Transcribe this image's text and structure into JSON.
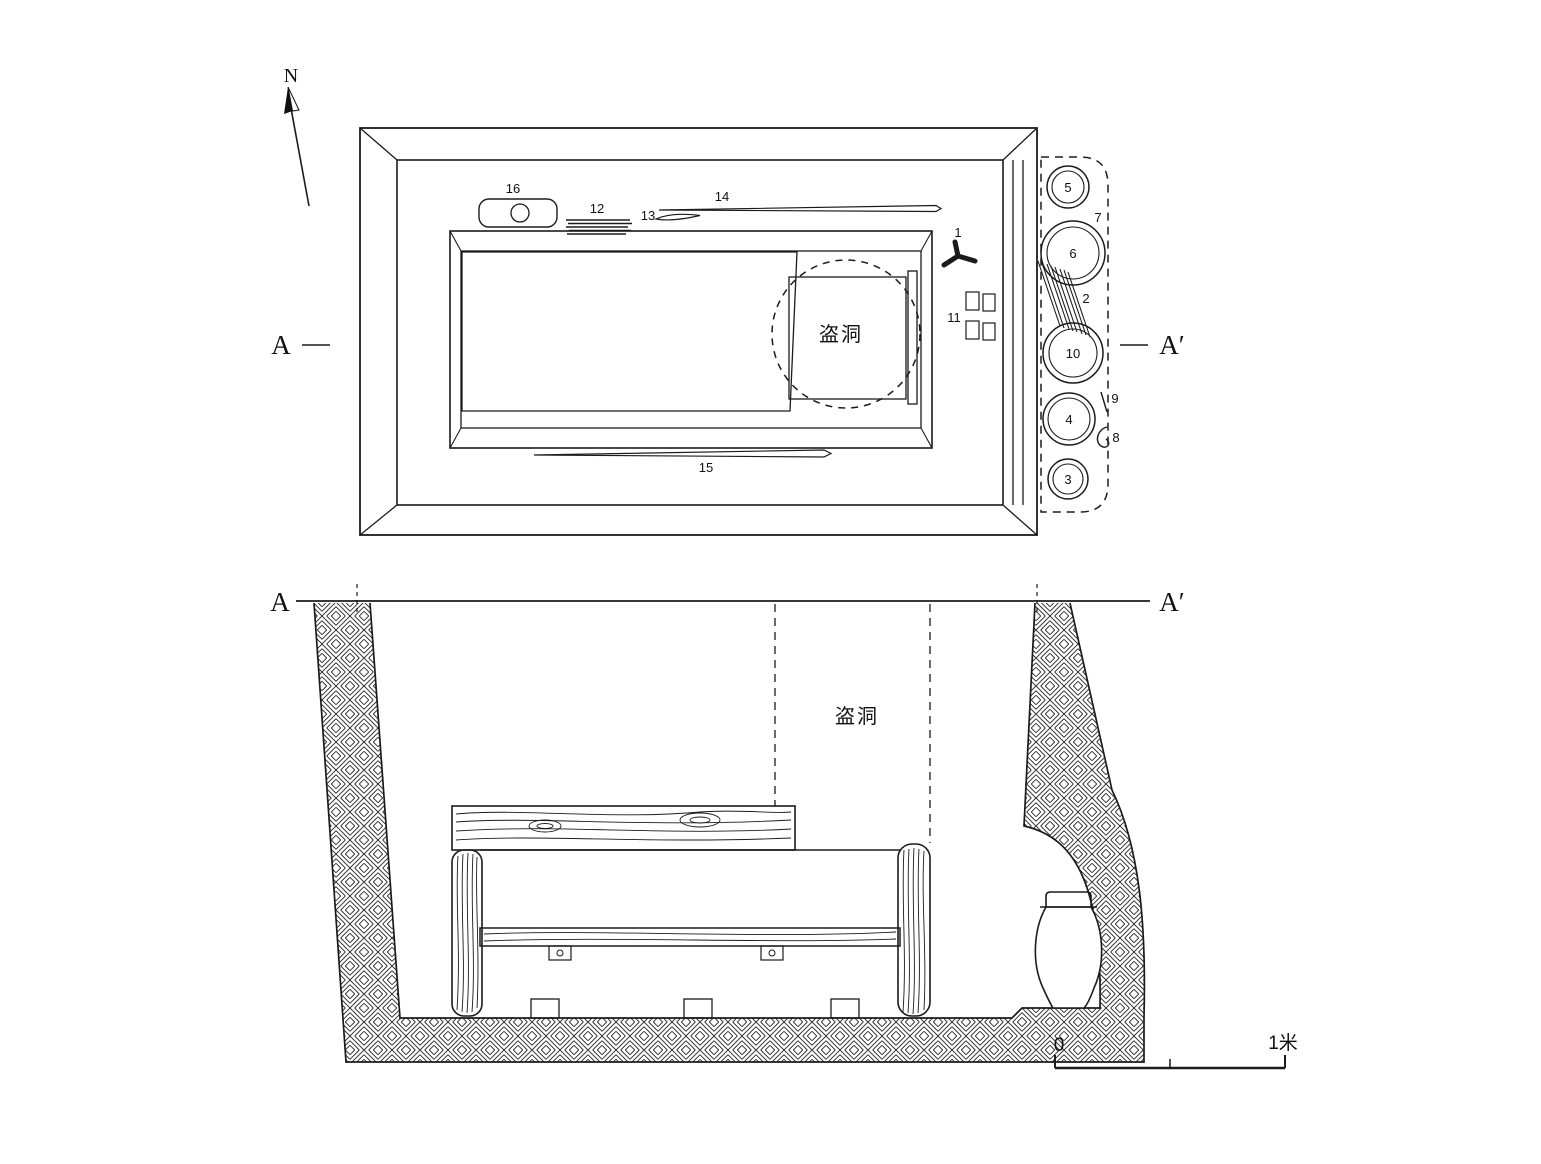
{
  "compass": {
    "north_label": "N"
  },
  "plan_view": {
    "marker_left": "A",
    "marker_right": "A′",
    "robber_hole_label": "盗洞",
    "artifact_labels": {
      "n1": "1",
      "n2": "2",
      "n3": "3",
      "n4": "4",
      "n5": "5",
      "n6": "6",
      "n7": "7",
      "n8": "8",
      "n9": "9",
      "n10": "10",
      "n11": "11",
      "n12": "12",
      "n13": "13",
      "n14": "14",
      "n15": "15",
      "n16": "16"
    }
  },
  "section_view": {
    "marker_left": "A",
    "marker_right": "A′",
    "robber_hole_label": "盗洞"
  },
  "scale_bar": {
    "zero_label": "0",
    "max_label": "1米"
  }
}
